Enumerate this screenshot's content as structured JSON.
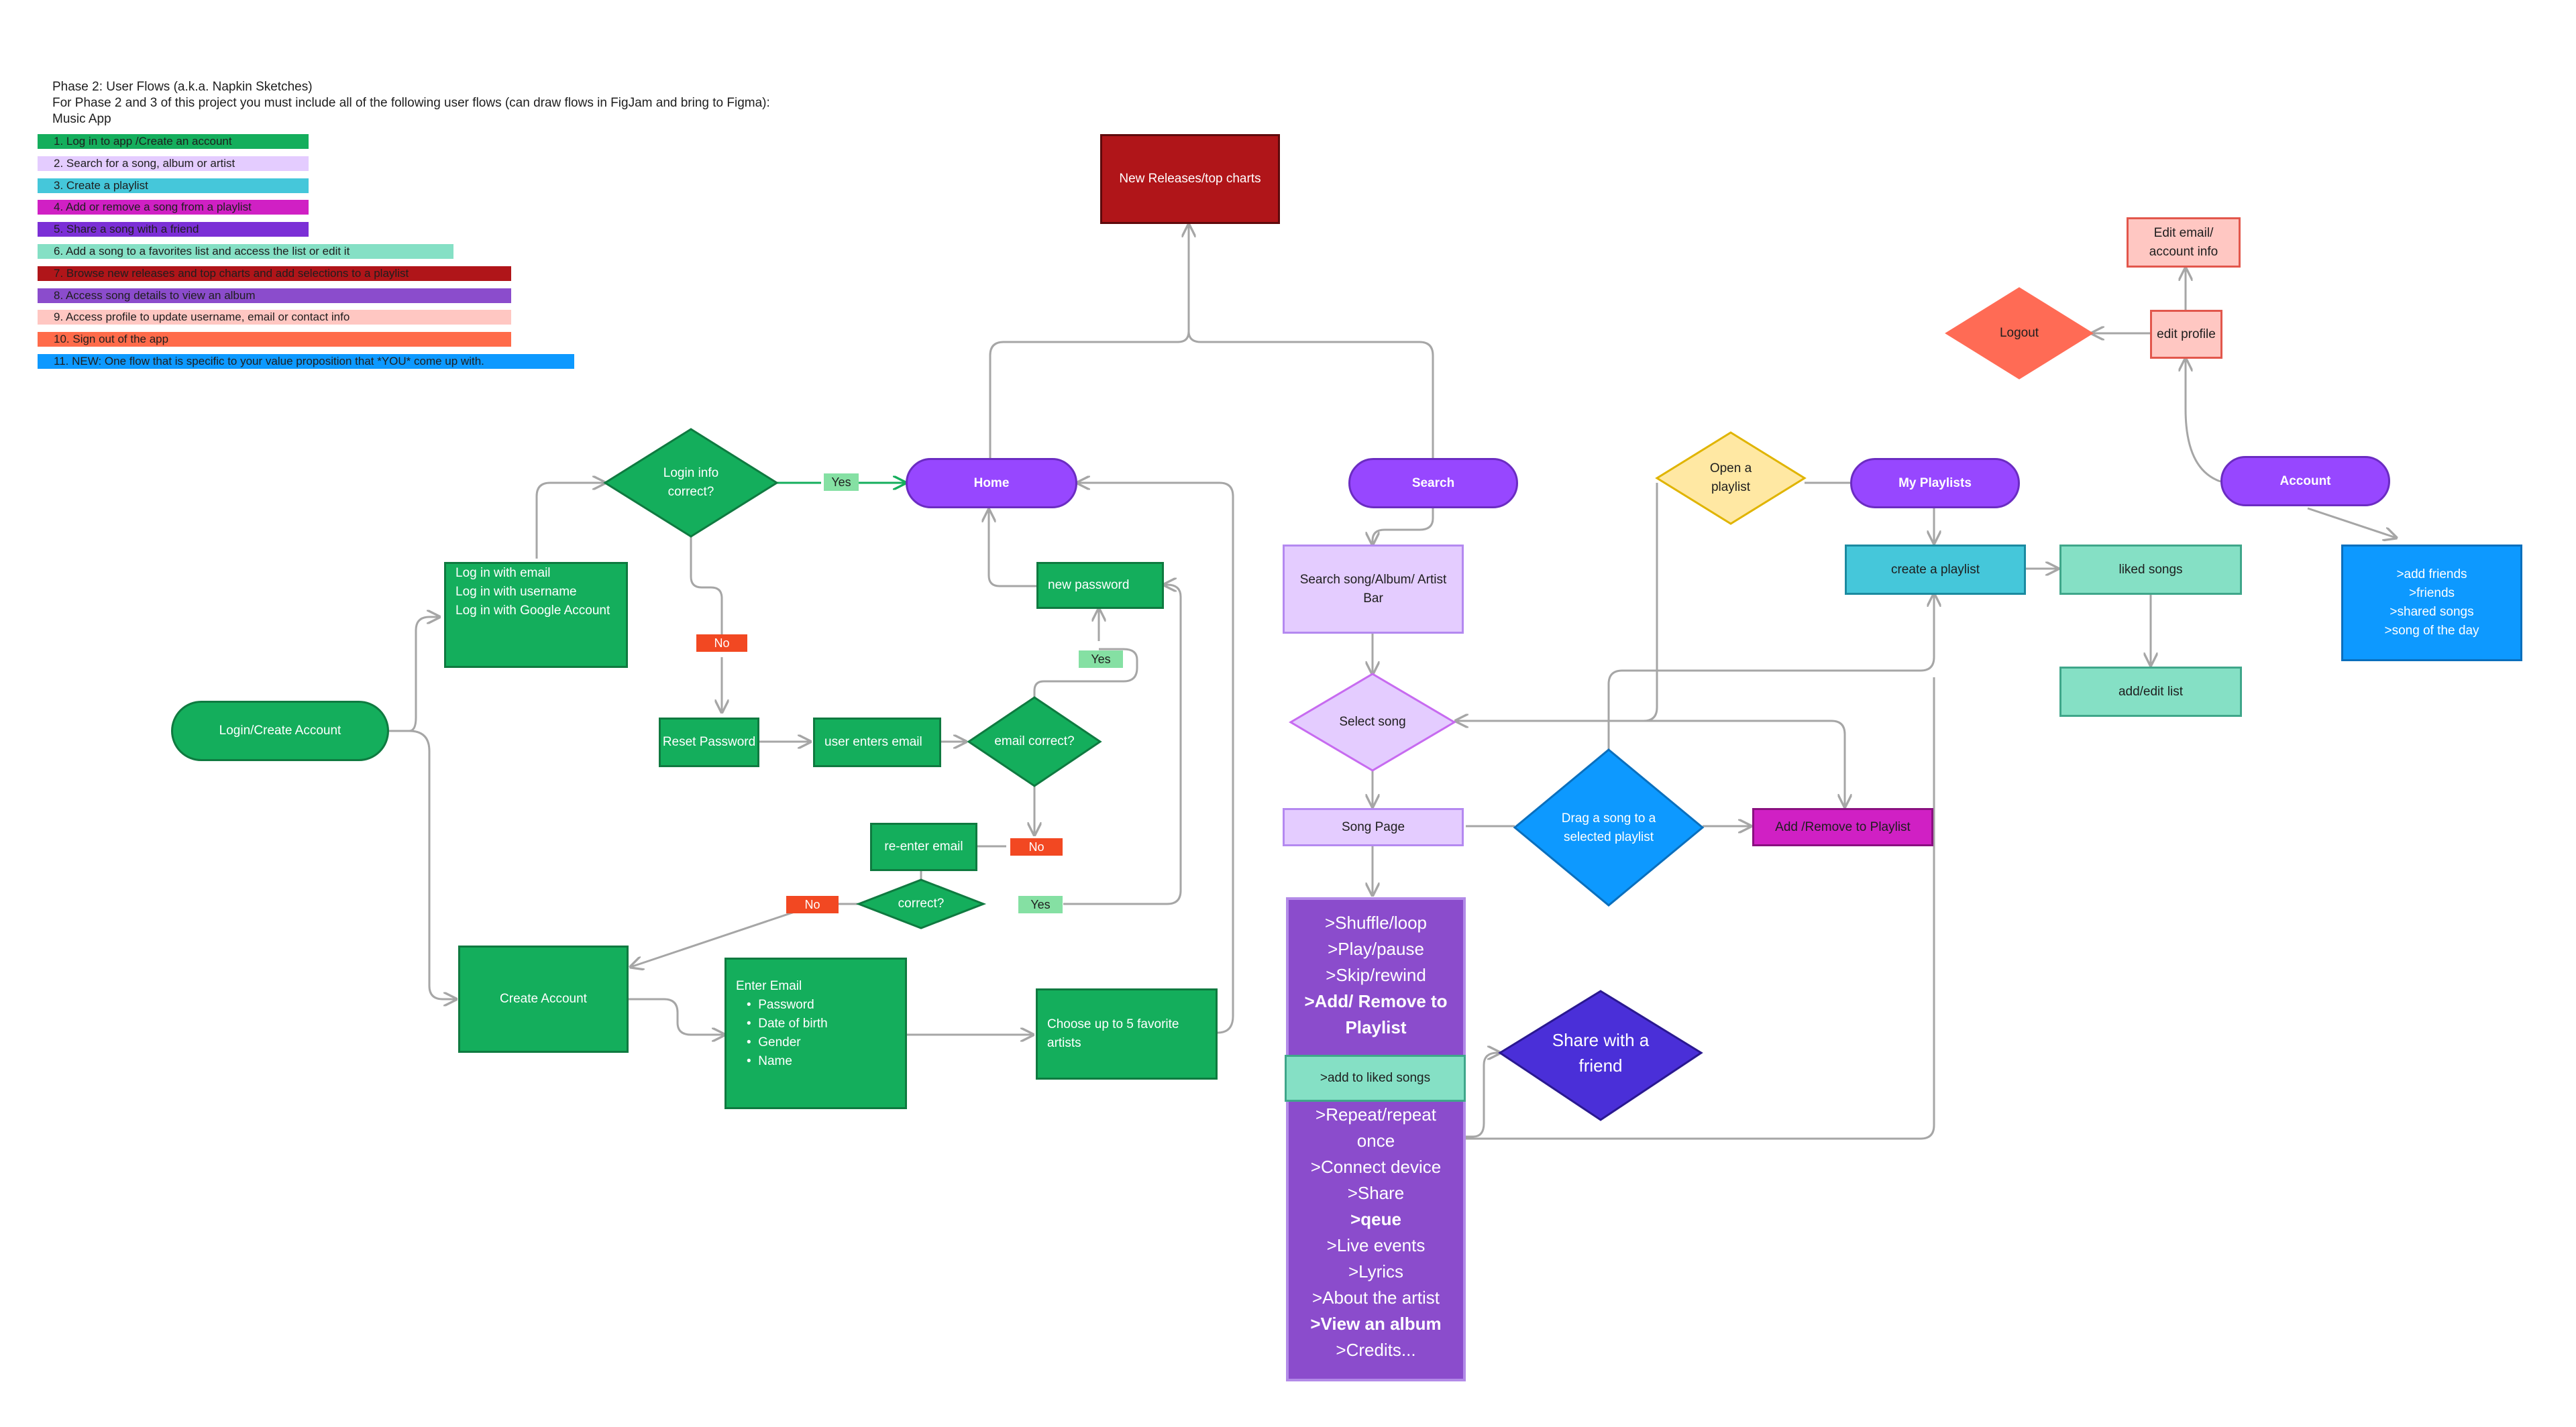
{
  "header": {
    "line1": "Phase 2: User Flows (a.k.a. Napkin Sketches)",
    "line2": "For Phase 2 and 3 of this project you must include all of the following user flows (can draw flows in FigJam and bring to Figma):",
    "line3": "Music App"
  },
  "legend": [
    {
      "text": "1.  Log in to app /Create an account",
      "color": "#14ae5c"
    },
    {
      "text": "2.  Search for a song, album or artist",
      "color": "#e4ccff"
    },
    {
      "text": "3.  Create a playlist",
      "color": "#45c7da"
    },
    {
      "text": "4.  Add or remove a song from a playlist",
      "color": "#d020c4"
    },
    {
      "text": "5.  Share a song with a friend",
      "color": "#7b2fd6"
    },
    {
      "text": "6.  Add a song to a favorites list and access the list or edit it",
      "color": "#85e0c5"
    },
    {
      "text": "7.  Browse new releases and top charts and add selections to a playlist",
      "color": "#b01519"
    },
    {
      "text": "8.  Access song details to view an album",
      "color": "#8b4ccc"
    },
    {
      "text": "9.  Access profile to update username, email or contact info",
      "color": "#ffc7c2"
    },
    {
      "text": "10.  Sign out of the app",
      "color": "#ff6b4a"
    },
    {
      "text": "11.  NEW: One flow that is specific to your value proposition that *YOU* come up with.",
      "color": "#0d99ff"
    }
  ],
  "nodes": {
    "new_releases": "New Releases/top charts",
    "login_create": "Login/Create Account",
    "login_options": [
      "Log in with email",
      "Log in with username",
      "Log in with Google Account"
    ],
    "login_info_correct": "Login info correct?",
    "home": "Home",
    "search": "Search",
    "my_playlists": "My Playlists",
    "account": "Account",
    "new_password": "new password",
    "reset_password": "Reset Password",
    "user_enters_email": "user enters email",
    "email_correct": "email correct?",
    "reenter_email": "re-enter email",
    "correct": "correct?",
    "create_account": "Create Account",
    "enter_email": "Enter Email",
    "enter_email_items": [
      "Password",
      "Date of birth",
      "Gender",
      "Name"
    ],
    "choose_artists": "Choose up to 5 favorite artists",
    "search_bar": "Search song/Album/ Artist Bar",
    "select_song": "Select song",
    "song_page": "Song Page",
    "drag_song": "Drag a song to a selected playlist",
    "add_remove_playlist": "Add /Remove to Playlist",
    "open_playlist": "Open a playlist",
    "create_playlist": "create a playlist",
    "liked_songs": "liked songs",
    "add_edit_list": "add/edit list",
    "edit_email": "Edit email/ account info",
    "edit_profile": "edit profile",
    "logout": "Logout",
    "share_friend": "Share with a friend",
    "add_liked_songs": ">add to liked songs",
    "account_features": [
      ">add friends",
      ">friends",
      ">shared songs",
      ">song of the day"
    ]
  },
  "labels": {
    "yes": "Yes",
    "no": "No"
  },
  "song_options_top": [
    ">Shuffle/loop",
    ">Play/pause",
    ">Skip/rewind",
    ">Add/ Remove to",
    "Playlist"
  ],
  "song_options_bottom": [
    ">Repeat/repeat",
    "once",
    ">Connect device",
    ">Share",
    ">qeue",
    ">Live events",
    ">Lyrics",
    ">About the artist",
    ">View an album",
    ">Credits..."
  ],
  "colors": {
    "connector": "#a6a6a6",
    "green_arrow": "#14ae5c"
  }
}
